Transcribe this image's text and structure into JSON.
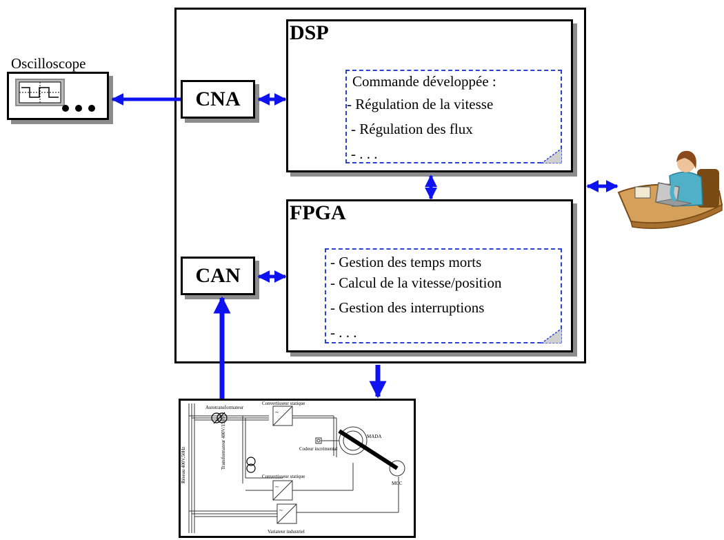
{
  "oscilloscope": {
    "label": "Oscilloscope",
    "icon": "oscilloscope-icon"
  },
  "cna": {
    "label": "CNA"
  },
  "can": {
    "label": "CAN"
  },
  "dsp": {
    "title": "DSP",
    "note_lines": [
      "Commande développée :",
      "-  Régulation de la vitesse",
      "- Régulation des flux",
      "- . . ."
    ]
  },
  "fpga": {
    "title": "FPGA",
    "note_lines": [
      "-  Gestion des temps morts",
      "-  Calcul de la vitesse/position",
      "- Gestion des interruptions",
      "- . . ."
    ]
  },
  "operator": {
    "icon": "operator-at-computer-icon"
  },
  "bench": {
    "labels": {
      "autotransformer": "Autotransformateur",
      "converter_top": "Convertisseur statique",
      "converter_mid": "Convertisseur statique",
      "transformer": "Transformateur 400V/130V",
      "network": "Réseau 400V,50Hz",
      "encoder": "Codeur incrémental",
      "mada": "MADA",
      "mcc": "MCC",
      "drive": "Variateur industriel"
    }
  },
  "colors": {
    "arrow": "#0f12f0",
    "note_border": "#2a3fd6",
    "shadow": "#8c8c8c"
  }
}
